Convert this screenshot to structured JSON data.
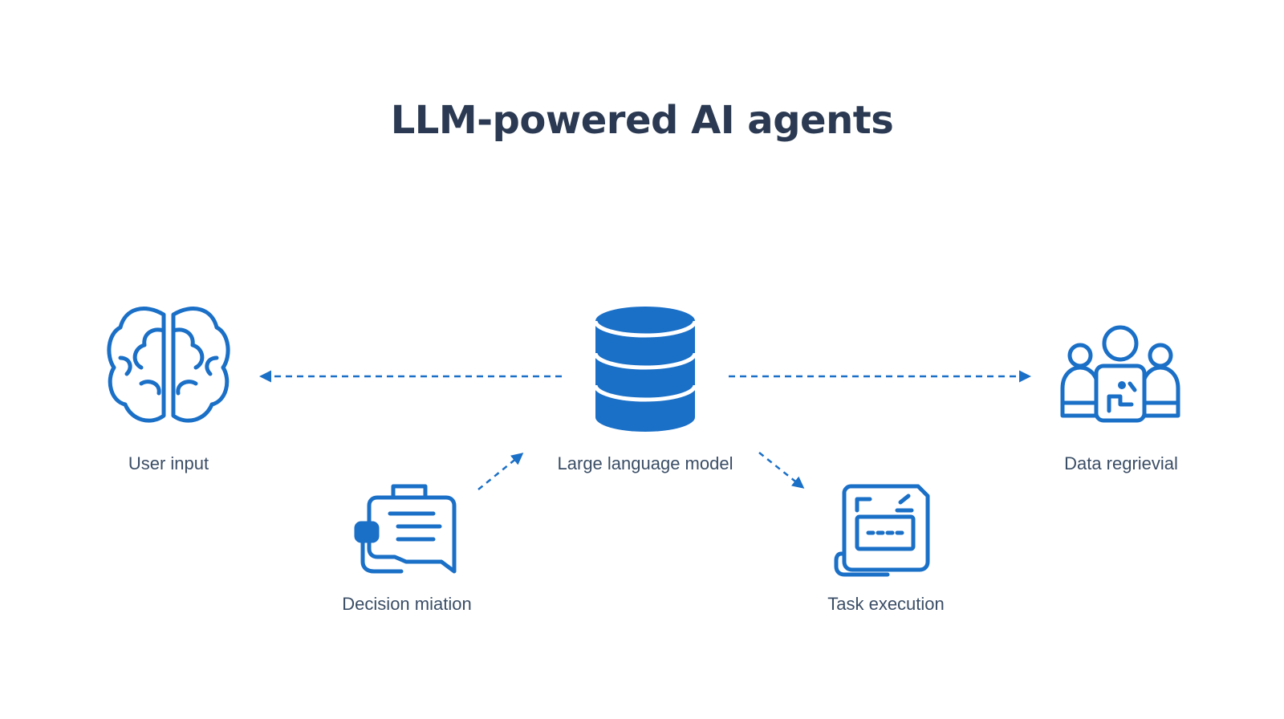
{
  "title": "LLM-powered AI agents",
  "colors": {
    "accent": "#1a6fc7",
    "title": "#2b3a52",
    "label": "#3a4d66",
    "background": "#ffffff"
  },
  "nodes": {
    "user_input": {
      "label": "User input",
      "icon": "brain-icon"
    },
    "llm": {
      "label": "Large language model",
      "icon": "database-icon"
    },
    "data_retrieval": {
      "label": "Data regrievial",
      "icon": "people-group-icon"
    },
    "decision": {
      "label": "Decision miation",
      "icon": "chat-briefcase-icon"
    },
    "task": {
      "label": "Task execution",
      "icon": "document-terminal-icon"
    }
  }
}
